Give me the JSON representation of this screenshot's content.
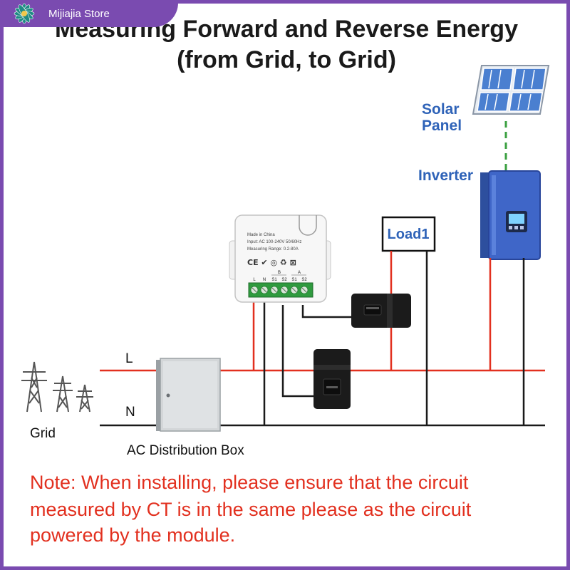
{
  "store": {
    "name": "Mijiajia Store",
    "logo_icon": "flower-icon"
  },
  "title": {
    "line1": "Measuring  Forward and Reverse Energy",
    "line2": "(from Grid, to Grid)"
  },
  "labels": {
    "solar": "Solar",
    "panel": "Panel",
    "inverter": "Inverter",
    "load": "Load1",
    "line_l": "L",
    "line_n": "N",
    "grid": "Grid",
    "ac_box": "AC Distribution Box"
  },
  "module": {
    "made_in": "Made in China",
    "input": "Input: AC 100-240V 50/60Hz",
    "range": "Measuring Range: 0.2-80A",
    "cert": "CE ✔ ◎ ♻ ⊠",
    "group_b": "B",
    "group_a": "A",
    "terminals": [
      "L",
      "N",
      "S1",
      "S2",
      "S1",
      "S2"
    ]
  },
  "note": {
    "line1_label": "Note:",
    "line1_rest": " When installing, please ensure that the circuit",
    "line2": "measured by CT is in the same please as the circuit",
    "line3": "powered by the module."
  },
  "colors": {
    "live": "#e2301f",
    "neutral": "#1a1a1a",
    "accent_blue": "#2f63b8",
    "frame": "#7a4bb0",
    "inverter": "#3f66c8"
  }
}
